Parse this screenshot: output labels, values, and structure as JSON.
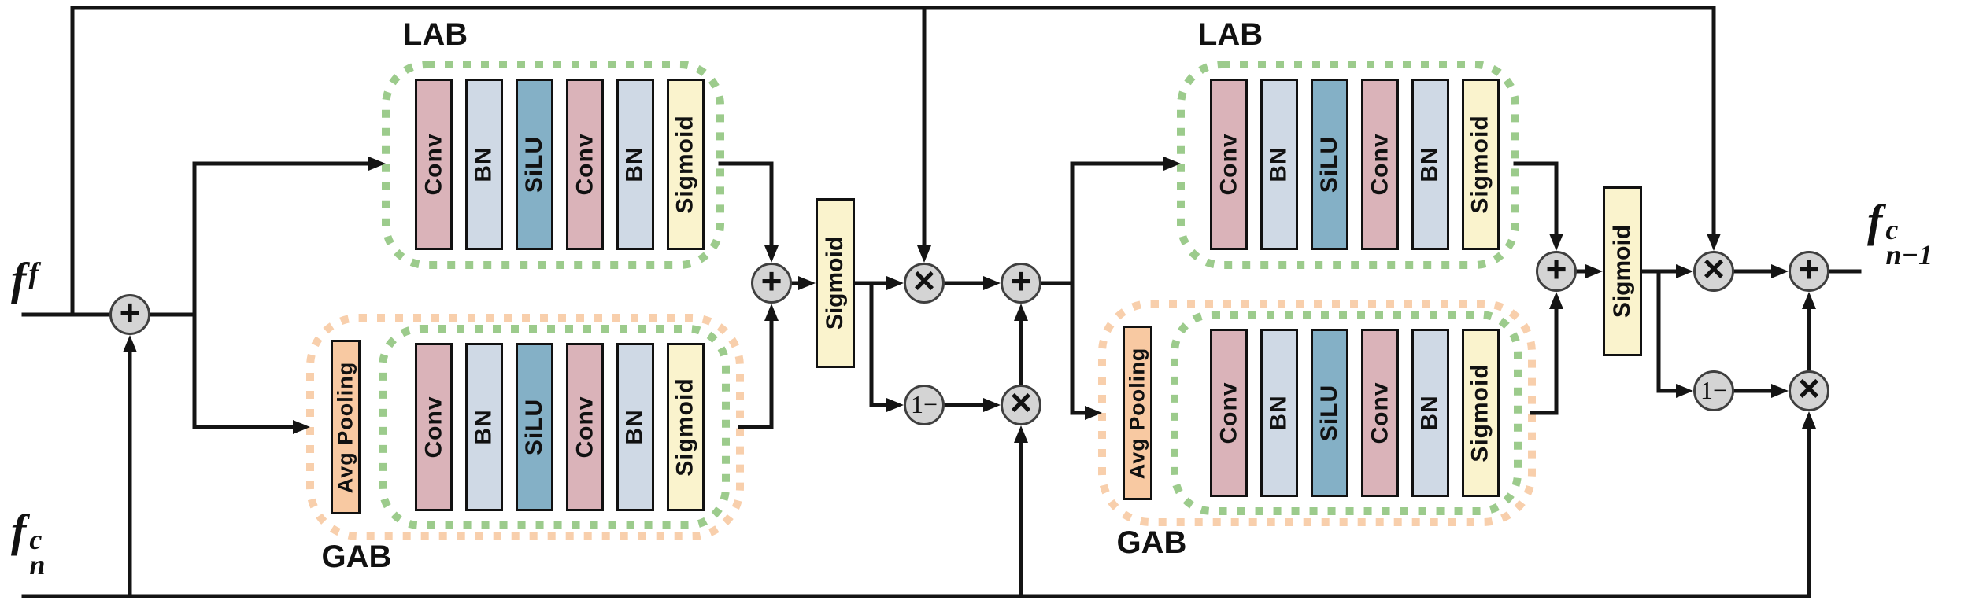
{
  "title": "LAB / GAB gated feature-fusion block diagram",
  "labels": {
    "input_top": {
      "base": "f",
      "sup": "f",
      "sub": ""
    },
    "input_bottom": {
      "base": "f",
      "sup": "c",
      "sub": "n"
    },
    "output": {
      "base": "f",
      "sup": "c",
      "sub": "n−1"
    }
  },
  "ops": {
    "add": "+",
    "mul": "×",
    "one_minus": "1−"
  },
  "stages": [
    {
      "lab": {
        "label": "LAB",
        "layers": [
          "Conv",
          "BN",
          "SiLU",
          "Conv",
          "BN",
          "Sigmoid"
        ]
      },
      "gab": {
        "label": "GAB",
        "pool": "Avg Pooling",
        "layers": [
          "Conv",
          "BN",
          "SiLU",
          "Conv",
          "BN",
          "Sigmoid"
        ]
      },
      "gate": "Sigmoid"
    },
    {
      "lab": {
        "label": "LAB",
        "layers": [
          "Conv",
          "BN",
          "SiLU",
          "Conv",
          "BN",
          "Sigmoid"
        ]
      },
      "gab": {
        "label": "GAB",
        "pool": "Avg Pooling",
        "layers": [
          "Conv",
          "BN",
          "SiLU",
          "Conv",
          "BN",
          "Sigmoid"
        ]
      },
      "gate": "Sigmoid"
    }
  ],
  "colors": {
    "conv": "#dab3b9",
    "bn": "#cfd9e5",
    "silu": "#84b0c6",
    "sigmoid": "#faf3cd",
    "avg_pooling": "#f8c9a2",
    "dots_green": "#9ccb8c",
    "dots_peach": "#f8cfac",
    "line": "#141414",
    "circle_fill": "#d4d4d4",
    "circle_stroke": "#3f3f3f"
  }
}
